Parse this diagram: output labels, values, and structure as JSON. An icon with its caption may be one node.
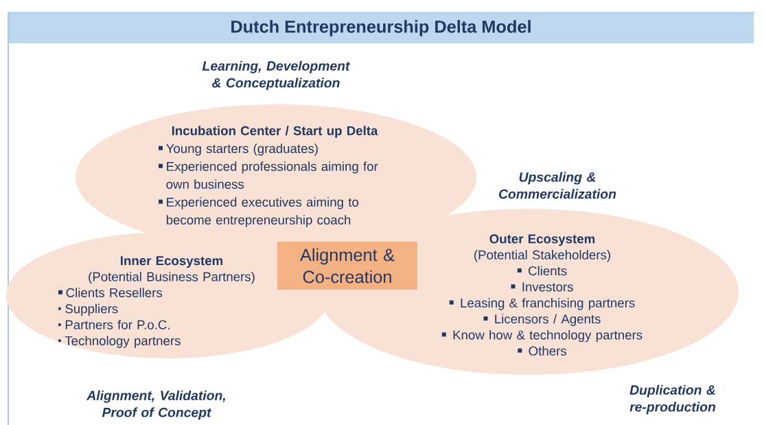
{
  "diagram": {
    "title": "Dutch Entrepreneurship Delta Model",
    "nodes": [
      {
        "text": [
          "Incubation Center / Start up Delta",
          "Young starters (graduates)",
          "Experienced professionals aiming for own business",
          "Experienced executives aiming to become entrepreneurship coach"
        ]
      },
      {
        "text": [
          "Inner Ecosystem",
          "(Potential Business Partners)",
          "Clients Resellers",
          "Suppliers",
          "Partners for P.o.C.",
          "Technology partners"
        ]
      },
      {
        "text": [
          "Outer Ecosystem",
          "(Potential Stakeholders)",
          "Clients",
          "Investors",
          "Leasing & franchising partners",
          "Licensors / Agents",
          "Know how & technology partners",
          "Others"
        ]
      },
      {
        "text": [
          "Alignment & Co-creation"
        ]
      }
    ],
    "labels": [
      "Learning, Development & Conceptualization",
      "Upscaling & Commercialization",
      "Alignment, Validation, Proof of Concept",
      "Duplication & re-production"
    ]
  }
}
